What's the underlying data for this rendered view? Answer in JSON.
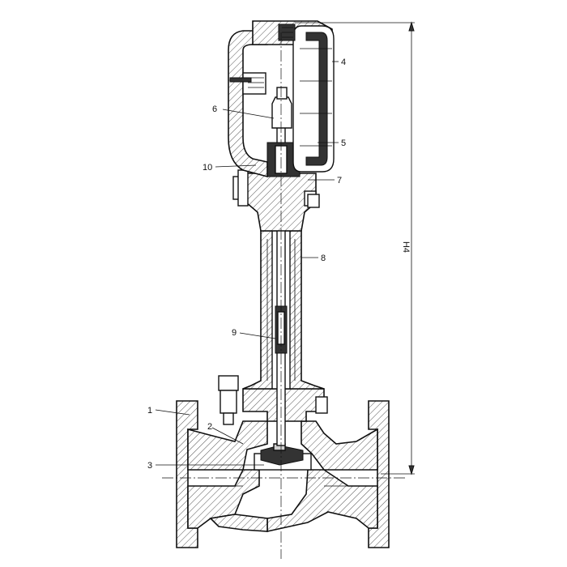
{
  "callouts": [
    {
      "number": "1"
    },
    {
      "number": "2"
    },
    {
      "number": "3"
    },
    {
      "number": "4"
    },
    {
      "number": "5"
    },
    {
      "number": "6"
    },
    {
      "number": "7"
    },
    {
      "number": "8"
    },
    {
      "number": "9"
    },
    {
      "number": "10"
    }
  ],
  "dimension": {
    "label": "H4"
  }
}
